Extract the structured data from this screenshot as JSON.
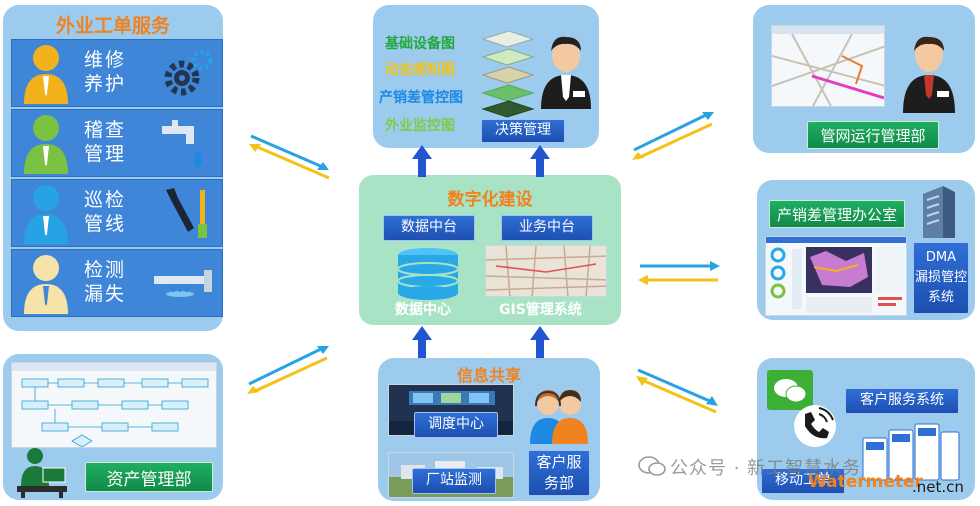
{
  "field_service": {
    "title": "外业工单服务",
    "rows": [
      {
        "line1": "维修",
        "line2": "养护",
        "icon": "gear-icon",
        "person_color": "#f2b21b"
      },
      {
        "line1": "稽查",
        "line2": "管理",
        "icon": "faucet-icon",
        "person_color": "#7cc242"
      },
      {
        "line1": "巡检",
        "line2": "管线",
        "icon": "wrench-icon",
        "person_color": "#27a3e3"
      },
      {
        "line1": "检测",
        "line2": "漏失",
        "icon": "pipe-leak-icon",
        "person_color": "#f5e3a8"
      }
    ]
  },
  "decision": {
    "maps": [
      {
        "label": "基础设备图",
        "color": "#23a83d"
      },
      {
        "label": "动态感知图",
        "color": "#f1c21b"
      },
      {
        "label": "产销差管控图",
        "color": "#1e88e5"
      },
      {
        "label": "外业监控图",
        "color": "#7ccd4a"
      }
    ],
    "button": "决策管理"
  },
  "network_ops": {
    "button": "管网运行管理部"
  },
  "digital": {
    "title": "数字化建设",
    "data_platform": "数据中台",
    "business_platform": "业务中台",
    "data_center": "数据中心",
    "gis": "GIS管理系统"
  },
  "nrw_office": {
    "title": "产销差管理办公室",
    "dma": "DMA\n漏损管控\n系统"
  },
  "info_share": {
    "title": "信息共享",
    "dispatch": "调度中心",
    "plant": "厂站监测",
    "customer": "客户服\n务部"
  },
  "assets": {
    "button": "资产管理部"
  },
  "customer_service": {
    "button": "客户服务系统",
    "mobile": "移动工单"
  },
  "watermark": {
    "wechat": "公众号 · 新工智慧水务",
    "site_a": "Watermeter",
    "site_b": ".net.cn"
  },
  "colors": {
    "accent_orange": "#f0831f",
    "panel": "#9ccbee",
    "green_center": "#a8e3c6"
  }
}
